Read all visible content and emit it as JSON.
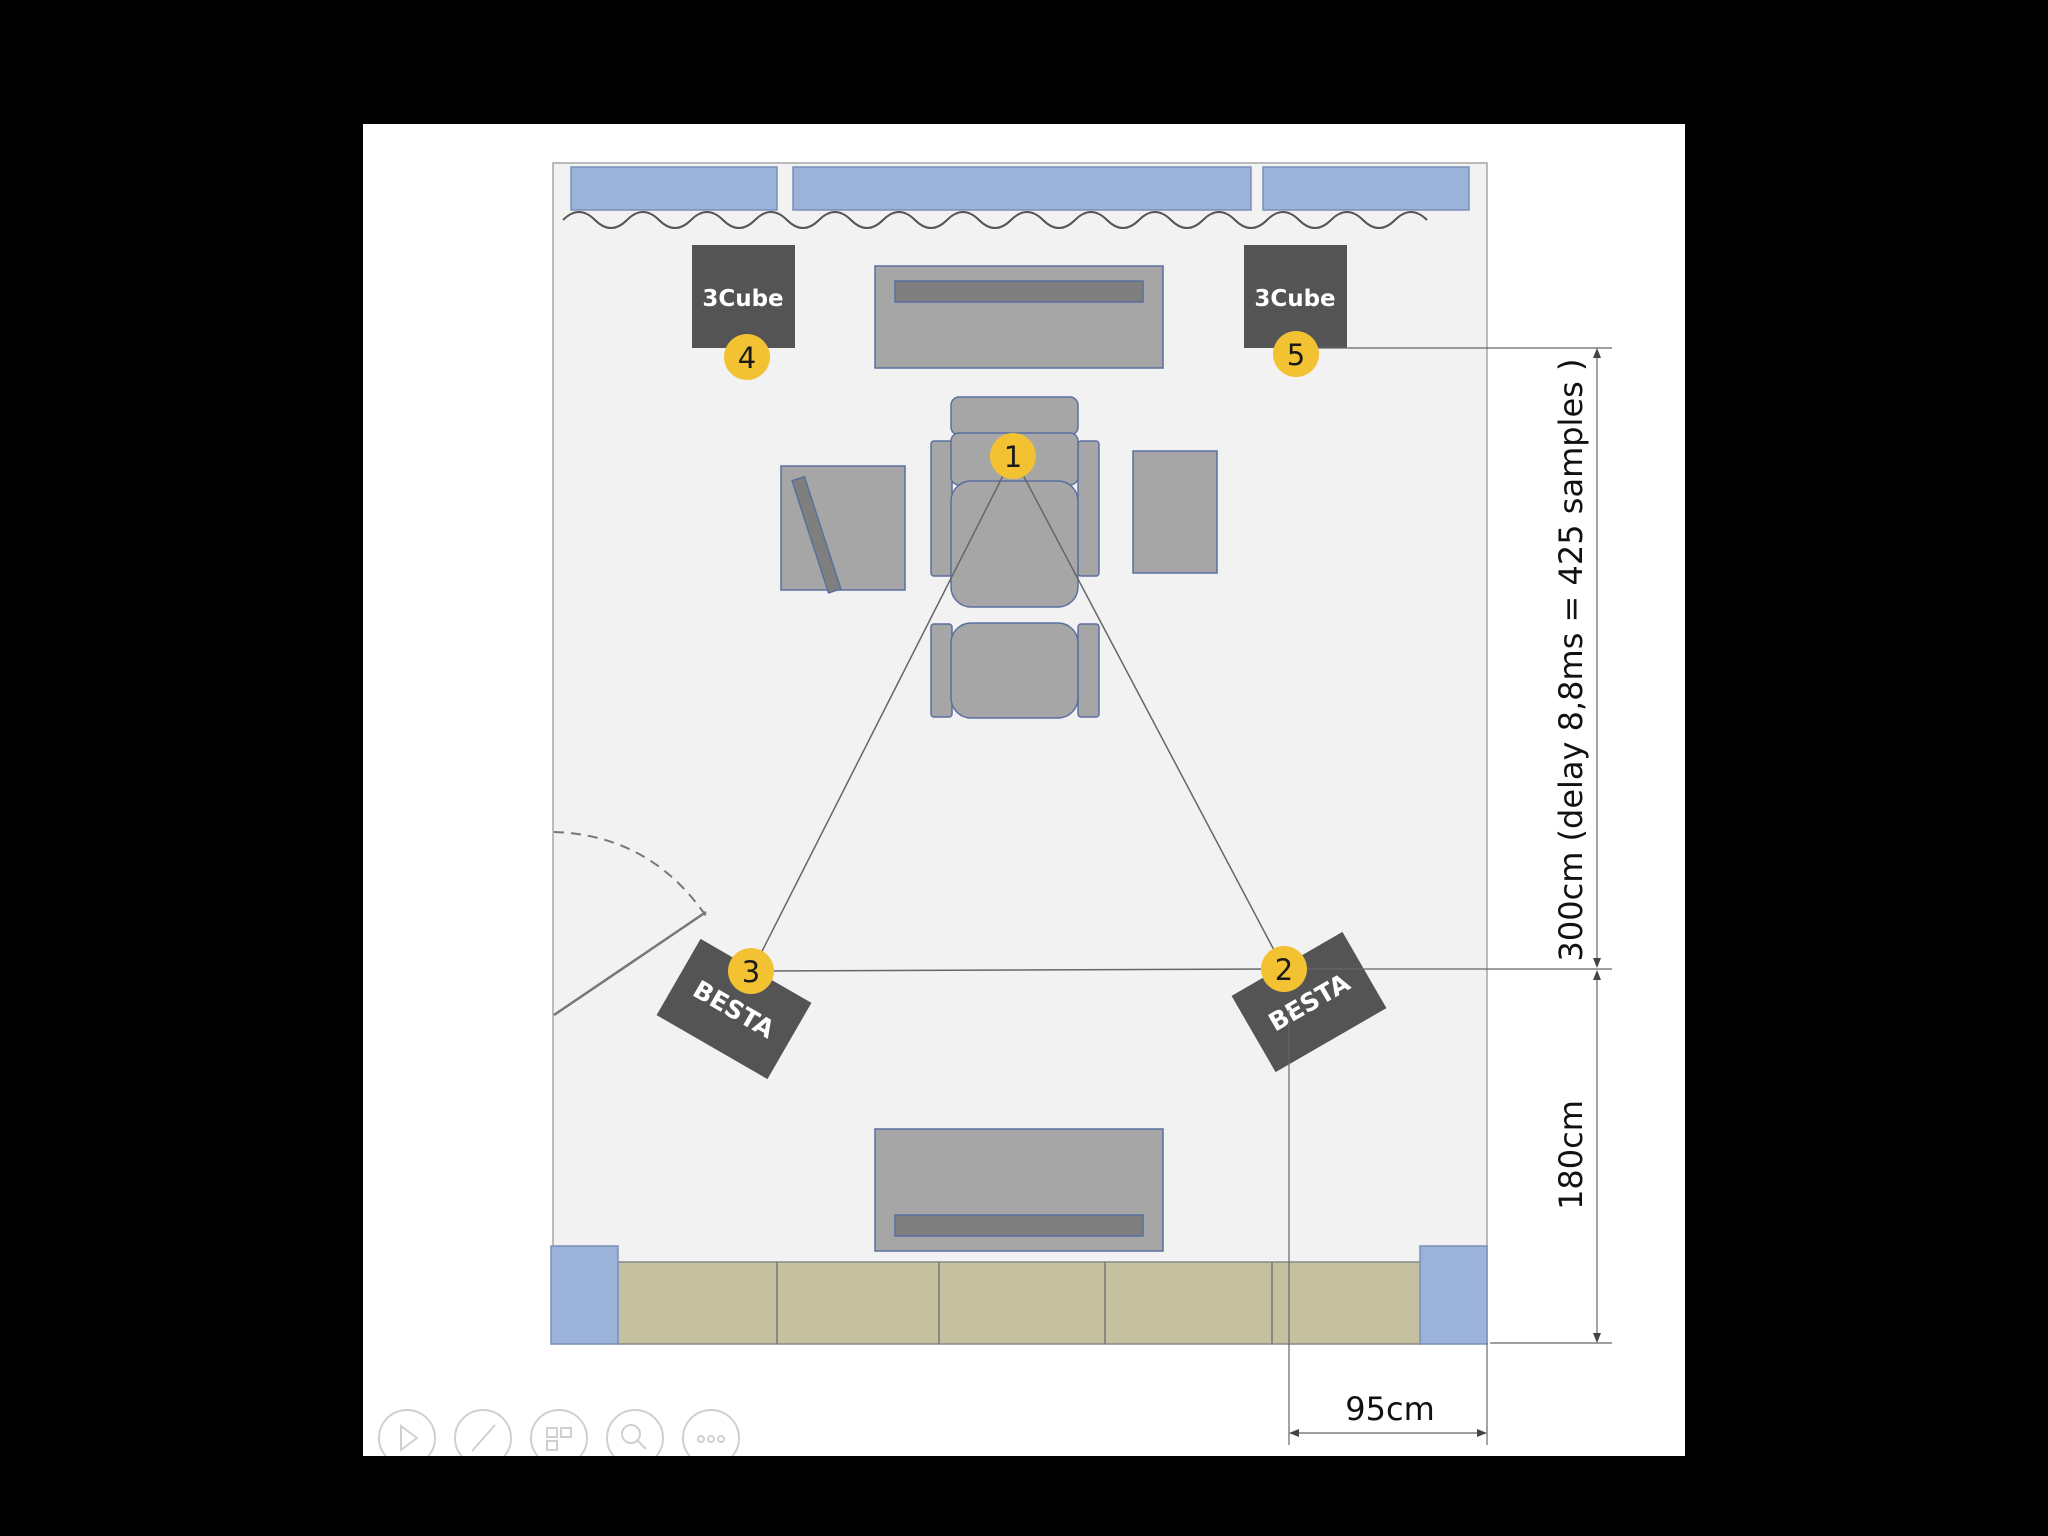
{
  "speakers": {
    "sub_left": "3Cube",
    "sub_right": "3Cube",
    "front_left": "BESTA",
    "front_right": "BESTA"
  },
  "markers": [
    "1",
    "2",
    "3",
    "4",
    "5"
  ],
  "dimensions": {
    "vertical_upper": "300cm (delay 8,8ms = 425 samples )",
    "vertical_lower": "180cm",
    "horizontal": "95cm"
  },
  "colors": {
    "page_bg": "#000000",
    "slide_bg": "#ffffff",
    "room_floor": "#f2f2f2",
    "window": "#9bb3d9",
    "furniture": "#a6a6a6",
    "speaker": "#545454",
    "marker": "#f2c233",
    "sofa": "#c4c0a0"
  },
  "toolbar_icons": [
    "play-icon",
    "pen-icon",
    "slides-icon",
    "zoom-icon",
    "more-icon"
  ]
}
